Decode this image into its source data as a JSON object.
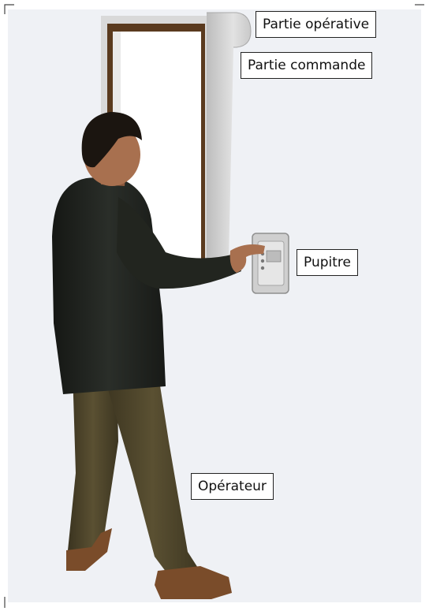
{
  "labels": {
    "partie_operative": "Partie opérative",
    "partie_commande": "Partie commande",
    "pupitre": "Pupitre",
    "operateur": "Opérateur"
  },
  "colors": {
    "background": "#eff1f5",
    "door_frame": "#5a3a1e",
    "wall_panel": "#d8d8d8",
    "jacket": "#1d201c",
    "trousers": "#4a4127",
    "shoes": "#7a4c2a",
    "skin": "#a8704f"
  }
}
